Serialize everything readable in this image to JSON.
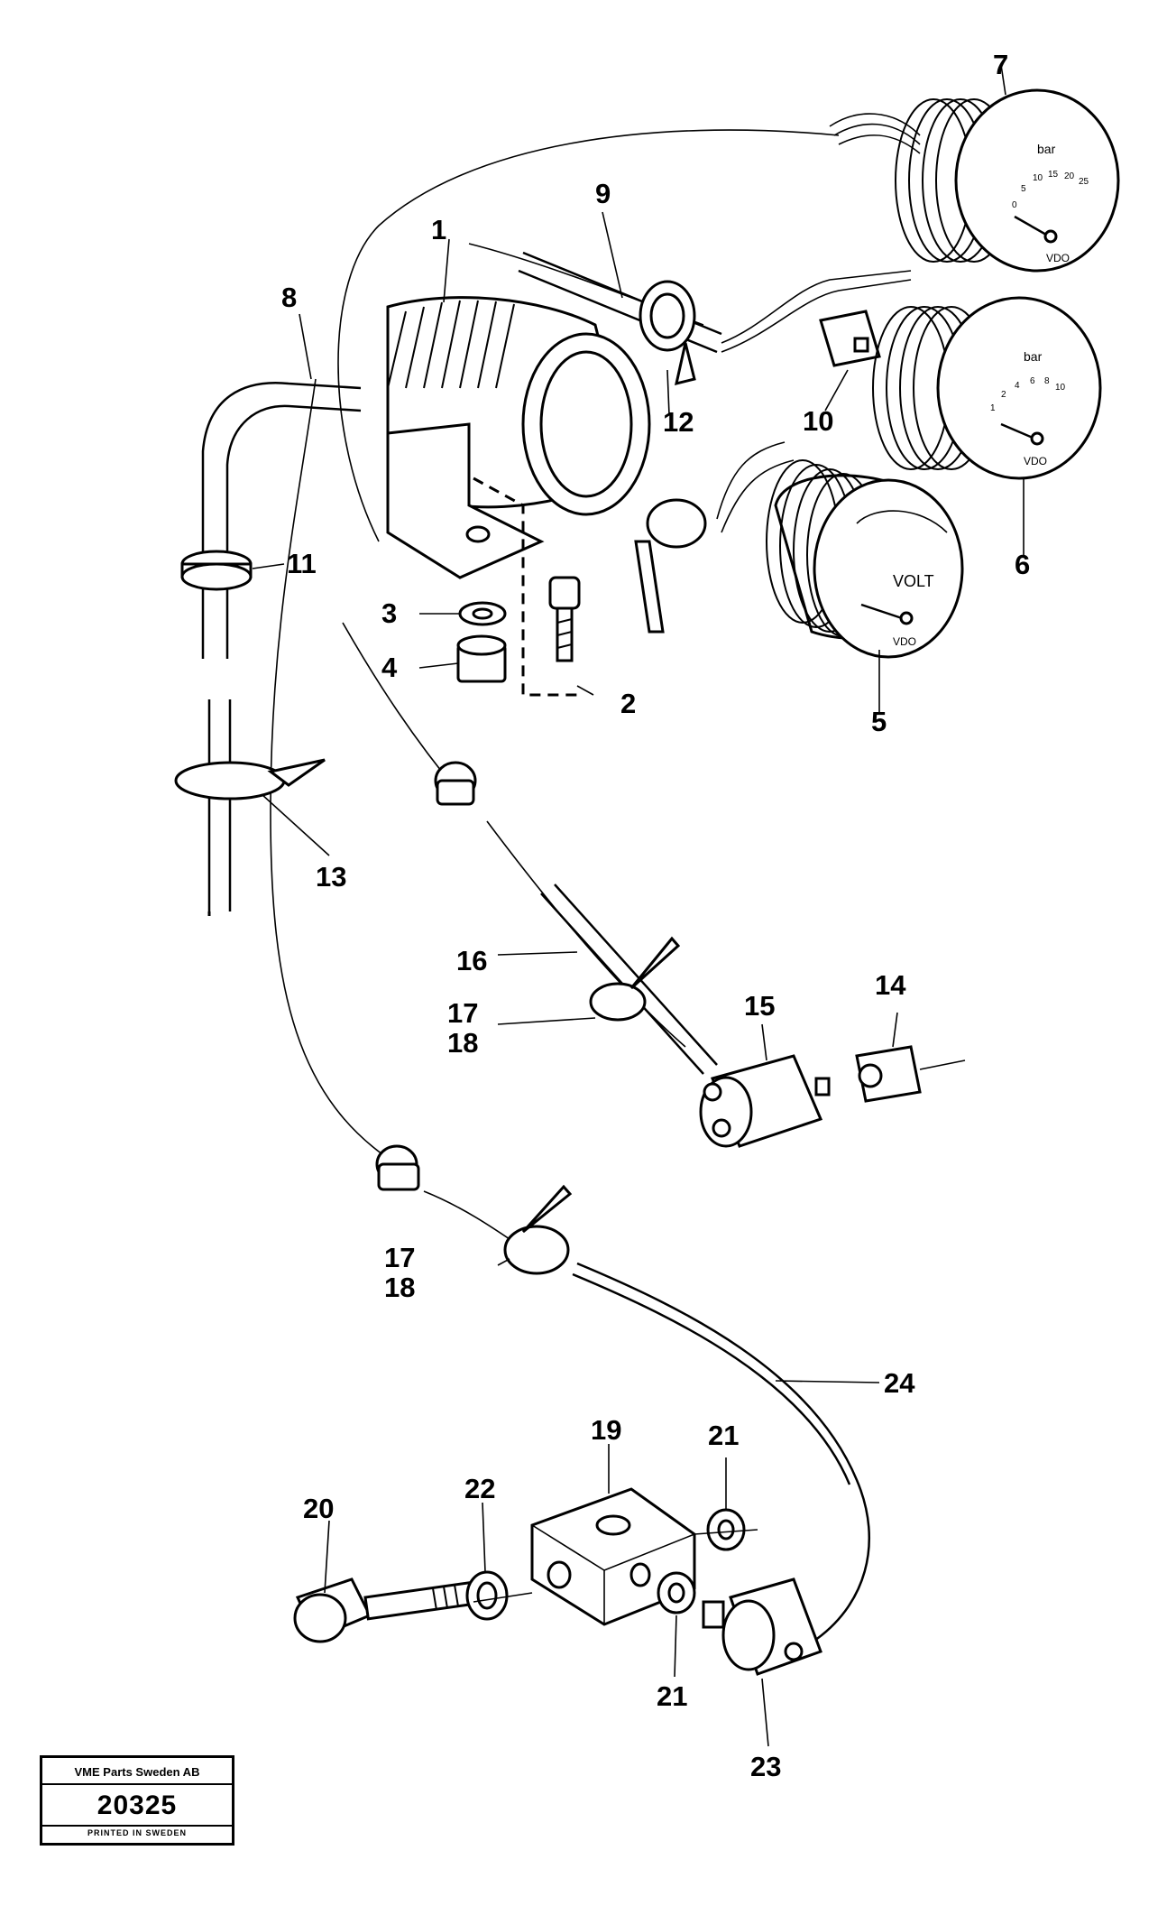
{
  "diagram": {
    "callouts": [
      "1",
      "2",
      "3",
      "4",
      "5",
      "6",
      "7",
      "8",
      "9",
      "10",
      "11",
      "12",
      "13",
      "14",
      "15",
      "16",
      "17",
      "18",
      "17",
      "18",
      "19",
      "20",
      "21",
      "21",
      "22",
      "23",
      "24"
    ]
  },
  "gauges": {
    "voltmeter": {
      "face_text": "VOLT",
      "brand": "VDO"
    },
    "pressure_low": {
      "unit": "bar",
      "brand": "VDO",
      "scale": [
        "1",
        "2",
        "4",
        "6",
        "8",
        "10"
      ]
    },
    "pressure_high": {
      "unit": "bar",
      "brand": "VDO",
      "scale": [
        "0",
        "5",
        "10",
        "15",
        "20",
        "25"
      ]
    }
  },
  "stamp": {
    "company": "VME Parts Sweden AB",
    "number": "20325",
    "printed": "PRINTED IN SWEDEN"
  }
}
